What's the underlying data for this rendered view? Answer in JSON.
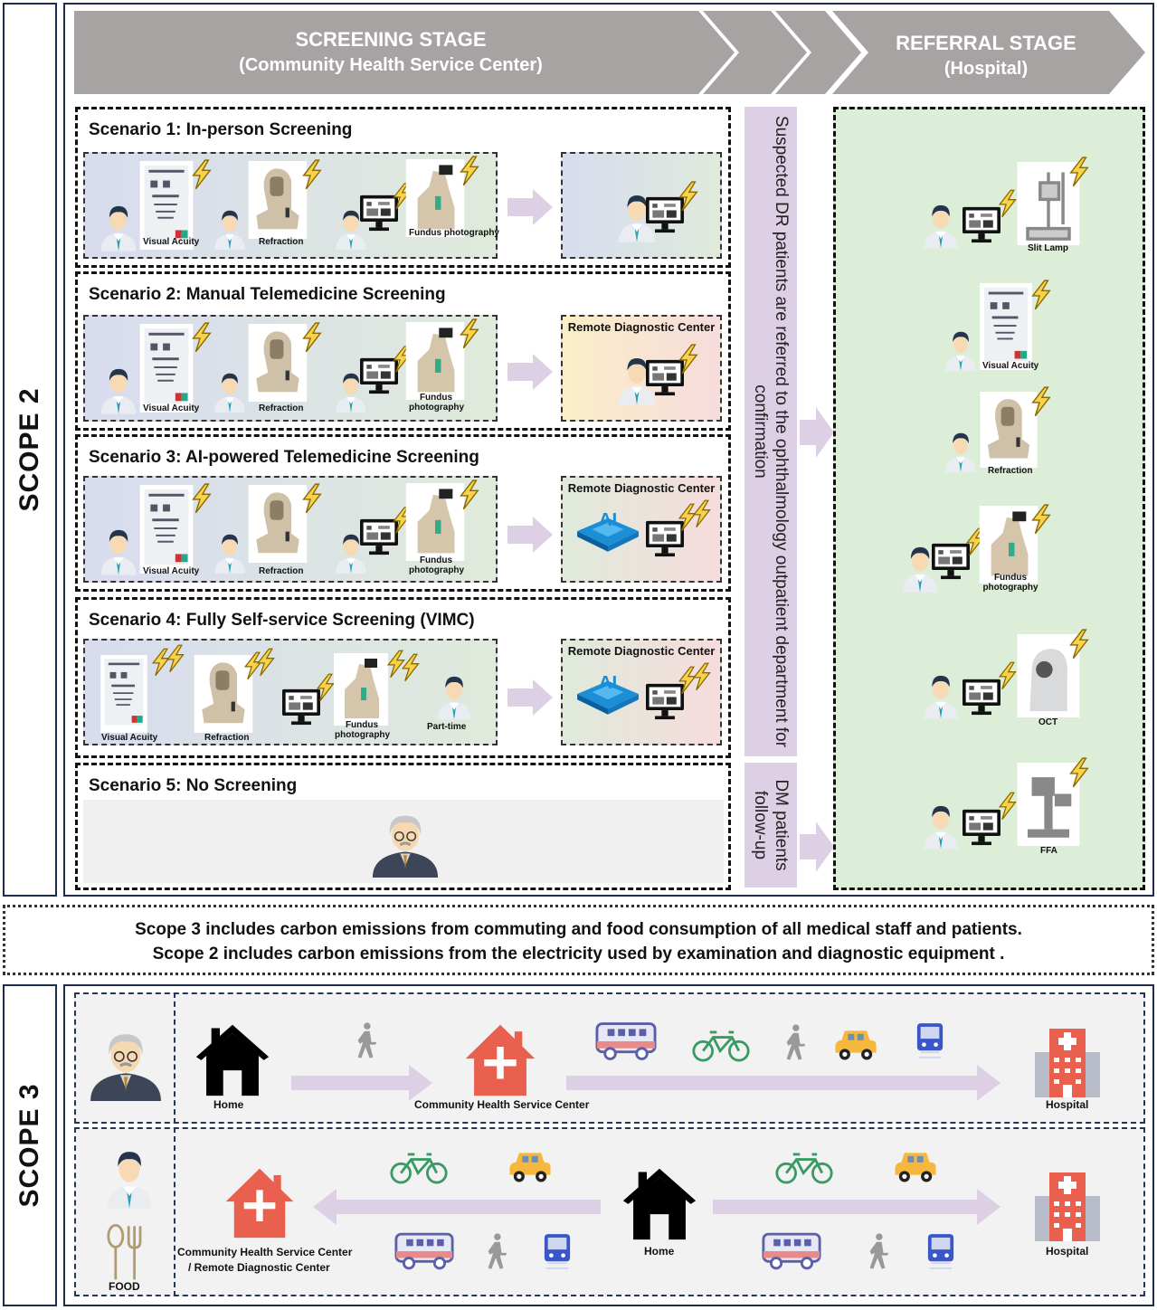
{
  "scope2_label": "SCOPE 2",
  "scope3_label": "SCOPE 3",
  "header": {
    "screening_title": "SCREENING STAGE",
    "screening_sub": "(Community Health Service Center)",
    "referral_title": "REFERRAL STAGE",
    "referral_sub": "(Hospital)"
  },
  "scenarios": [
    {
      "title": "Scenario 1: In-person Screening",
      "labels": [
        "Visual Acuity",
        "Refraction",
        "Fundus photography"
      ]
    },
    {
      "title": "Scenario 2: Manual Telemedicine Screening",
      "labels": [
        "Visual Acuity",
        "Refraction",
        "Fundus photography"
      ],
      "right_title": "Remote Diagnostic Center"
    },
    {
      "title": "Scenario 3: AI-powered Telemedicine Screening",
      "labels": [
        "Visual Acuity",
        "Refraction",
        "Fundus photography"
      ],
      "right_title": "Remote Diagnostic Center"
    },
    {
      "title": "Scenario 4: Fully Self-service Screening (VIMC)",
      "labels": [
        "Visual Acuity",
        "Refraction",
        "Fundus photography",
        "Part-time"
      ],
      "right_title": "Remote Diagnostic Center"
    },
    {
      "title": "Scenario 5: No Screening"
    }
  ],
  "referral_bar": "Suspected DR patients are referred to the ophthalmology outpatient department for confirmation",
  "followup_bar": "DM patients follow-up",
  "referral_items": [
    "Slit Lamp",
    "Visual Acuity",
    "Refraction",
    "Fundus photography",
    "OCT",
    "FFA"
  ],
  "notes": [
    "Scope 3 includes carbon emissions from commuting and food consumption of all medical staff and patients.",
    "Scope 2 includes carbon emissions from the electricity used by examination and diagnostic equipment ."
  ],
  "scope3": {
    "row1": {
      "home": "Home",
      "chsc": "Community Health Service Center",
      "hospital": "Hospital"
    },
    "row2": {
      "food": "FOOD",
      "center": "Community Health Service Center",
      "center2": "/ Remote Diagnostic Center",
      "home": "Home",
      "hospital": "Hospital"
    }
  },
  "colors": {
    "arrow": "#ddd0e5",
    "header": "#a8a3a3",
    "referral_bg": "#dcedd8",
    "hospital_red": "#e9604f",
    "navy": "#1f2d4d"
  }
}
